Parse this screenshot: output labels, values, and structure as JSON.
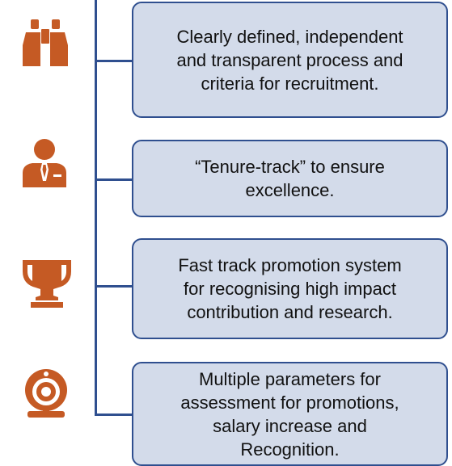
{
  "colors": {
    "accent_icon": "#c55a24",
    "line": "#2f4f8f",
    "box_fill": "#d3dbea",
    "box_border": "#2f4f8f",
    "text": "#111111"
  },
  "items": [
    {
      "icon": "binoculars-icon",
      "text": "Clearly defined, independent\nand transparent process and\ncriteria for recruitment."
    },
    {
      "icon": "businessman-icon",
      "text": "“Tenure-track” to ensure\nexcellence."
    },
    {
      "icon": "trophy-icon",
      "text": "Fast track promotion system\nfor recognising high impact\ncontribution and research."
    },
    {
      "icon": "webcam-icon",
      "text": "Multiple parameters for\nassessment for promotions,\nsalary increase and\nRecognition."
    }
  ]
}
